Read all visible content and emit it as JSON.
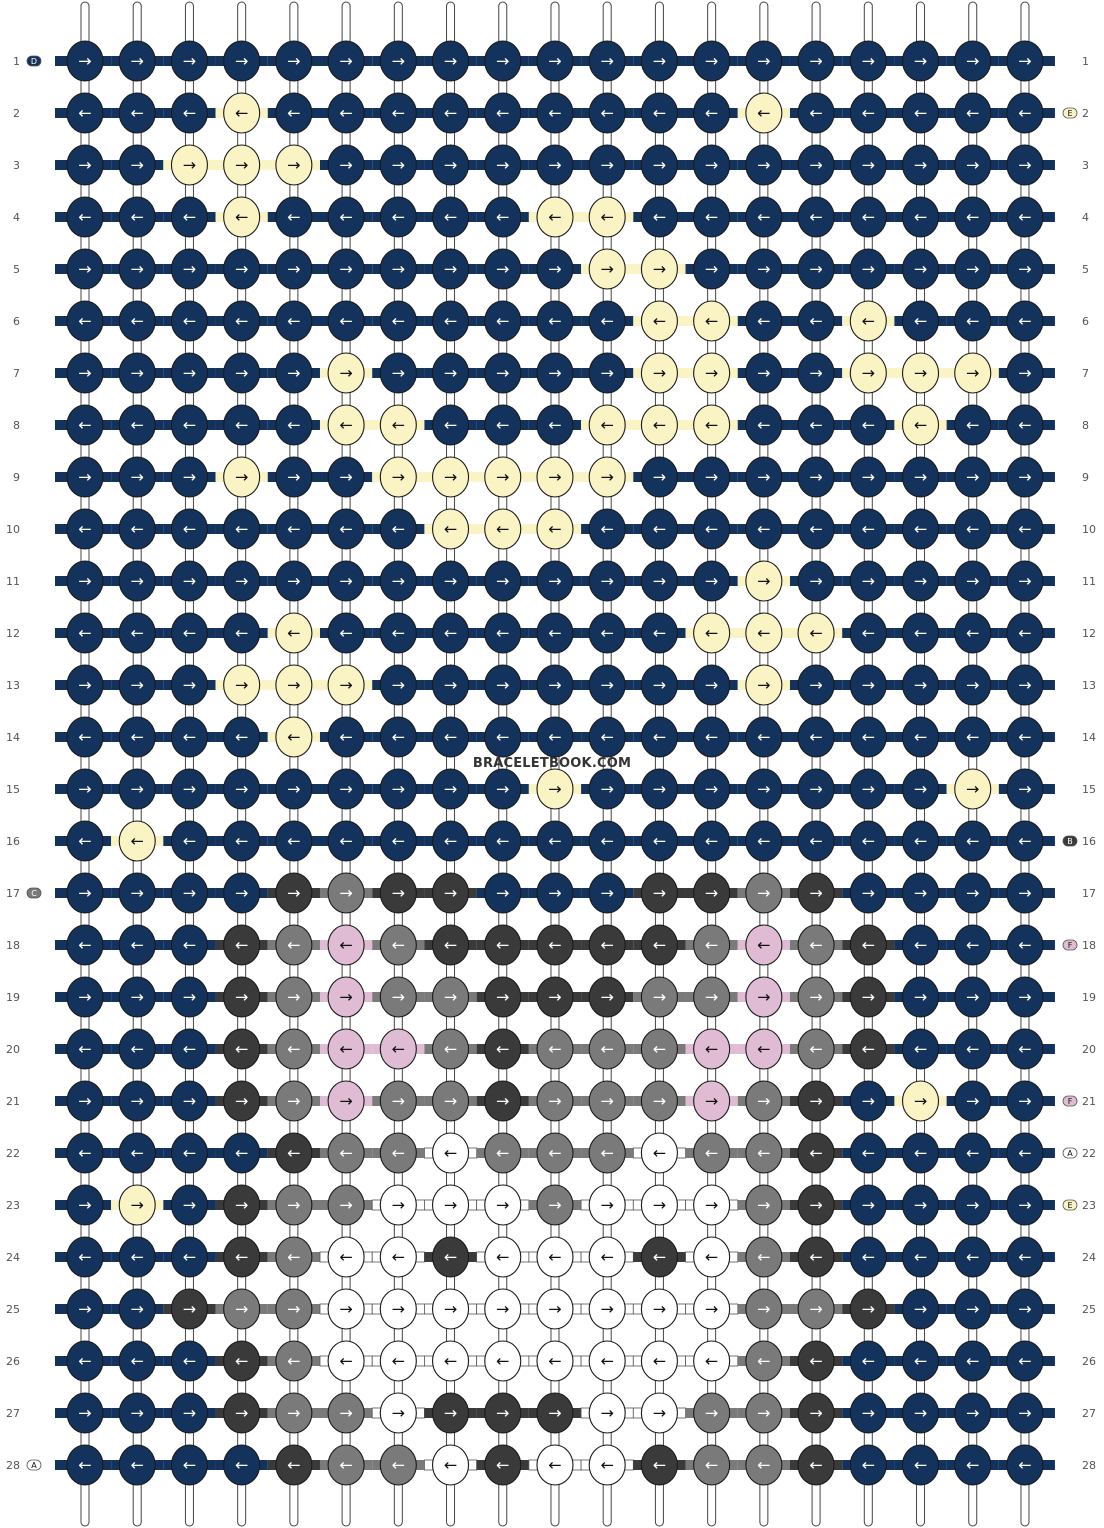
{
  "watermark": "BRACELETBOOK.COM",
  "colors": {
    "D": "#14335c",
    "E": "#faf3c4",
    "C": "#7a7a7a",
    "B": "#3a3a3a",
    "F": "#e0bcd4",
    "A": "#ffffff"
  },
  "strings_left": {
    "1": "D",
    "17": "C",
    "28": "A"
  },
  "strings_right": {
    "2": "E",
    "16": "B",
    "18": "F",
    "21": "F",
    "22": "A",
    "23": "E"
  },
  "knots": [
    "DDDDDDDDDDDDDDDDDDD",
    "DDDEDDDDDDDDDEDDDDD",
    "DDEEEDDDDDDDDDDDDDD",
    "DDDEDDDDDEEDDDDDDDD",
    "DDDDDDDDDDEEDDDDDDD",
    "DDDDDDDDDDDEEDDEDDD",
    "DDDDDEDDDDDEEDDEEED",
    "DDDDDEEDDDEEEDDDEDD",
    "DDDEDDEEEEEDDDDDDDD",
    "DDDDDDDEEEDDDDDDDDD",
    "DDDDDDDDDDDDDEDDDDD",
    "DDDDEDDDDDDDEEEDDDD",
    "DDDEEEDDDDDDDEDDDDD",
    "DDDDEDDDDDDDDDDDDDD",
    "DDDDDDDDDEDDDDDDDED",
    "DEDDDDDDDDDDDDDDDDD",
    "DDDDBCBBDDDBBCBDDDD",
    "DDDBCFCBBBBBCFCBDDD",
    "DDDBCFCCBBBCCFCBDDD",
    "DDDBCFFCBCCCFFCBDDD",
    "DDDBCFCCBCCCFCBDEDD",
    "DDDDBCCACCCACCBDDDD",
    "DEDBCCAAACAAACBDDDD",
    "DDDBCAABAAABACBDDDD",
    "DDBCCAAAAAAAACCBDDD",
    "DDDBCAAAAAAAACBDDDD",
    "DDDBCCABBBAACCBDDDD",
    "DDDDBCCABAABCCBDDDD"
  ],
  "arrows": [
    "RRRRRRRRRRRRRRRRRRR",
    "LLLLLLLLLLLLLLLLLLL",
    "RRRRRRRRRRRRRRRRRRR",
    "LLLLLLLLLLLLLLLLLLL",
    "RRRRRRRRRRRRRRRRRRR",
    "LLLLLLLLLLLLLLLLLLL",
    "RRRRRRRRRRRRRRRRRRR",
    "LLLLLLLLLLLLLLLLLLL",
    "RRRRRRRRRRRRRRRRRRR",
    "LLLLLLLLLLLLLLLLLLL",
    "RRRRRRRRRRRRRRRRRRR",
    "LLLLLLLLLLLLLLLLLLL",
    "RRRRRRRRRRRRRRRRRRR",
    "LLLLLLLLLLLLLLLLLLL",
    "RRRRRRRRRRRRRRRRRRR",
    "LLLLLLLLLLLLLLLLLLL",
    "RRRRRRRRRRRRRRRRRRR",
    "LLLLLLLLLLLLLLLLLLL",
    "RRRRRRRRRRRRRRRRRRR",
    "LLLLLLLLLLLLLLLLLLL",
    "RRRRRRRRRRRRRRRRRRR",
    "LLLLLLLLLLLLLLLLLLL",
    "RRRRRRRRRRRRRRRRRRR",
    "LLLLLLLLLLLLLLLLLLL",
    "RRRRRRRRRRRRRRRRRRR",
    "LLLLLLLLLLLLLLLLLLL",
    "RRRRRRRRRRRRRRRRRRR",
    "LLLLLLLLLLLLLLLLLLL"
  ]
}
